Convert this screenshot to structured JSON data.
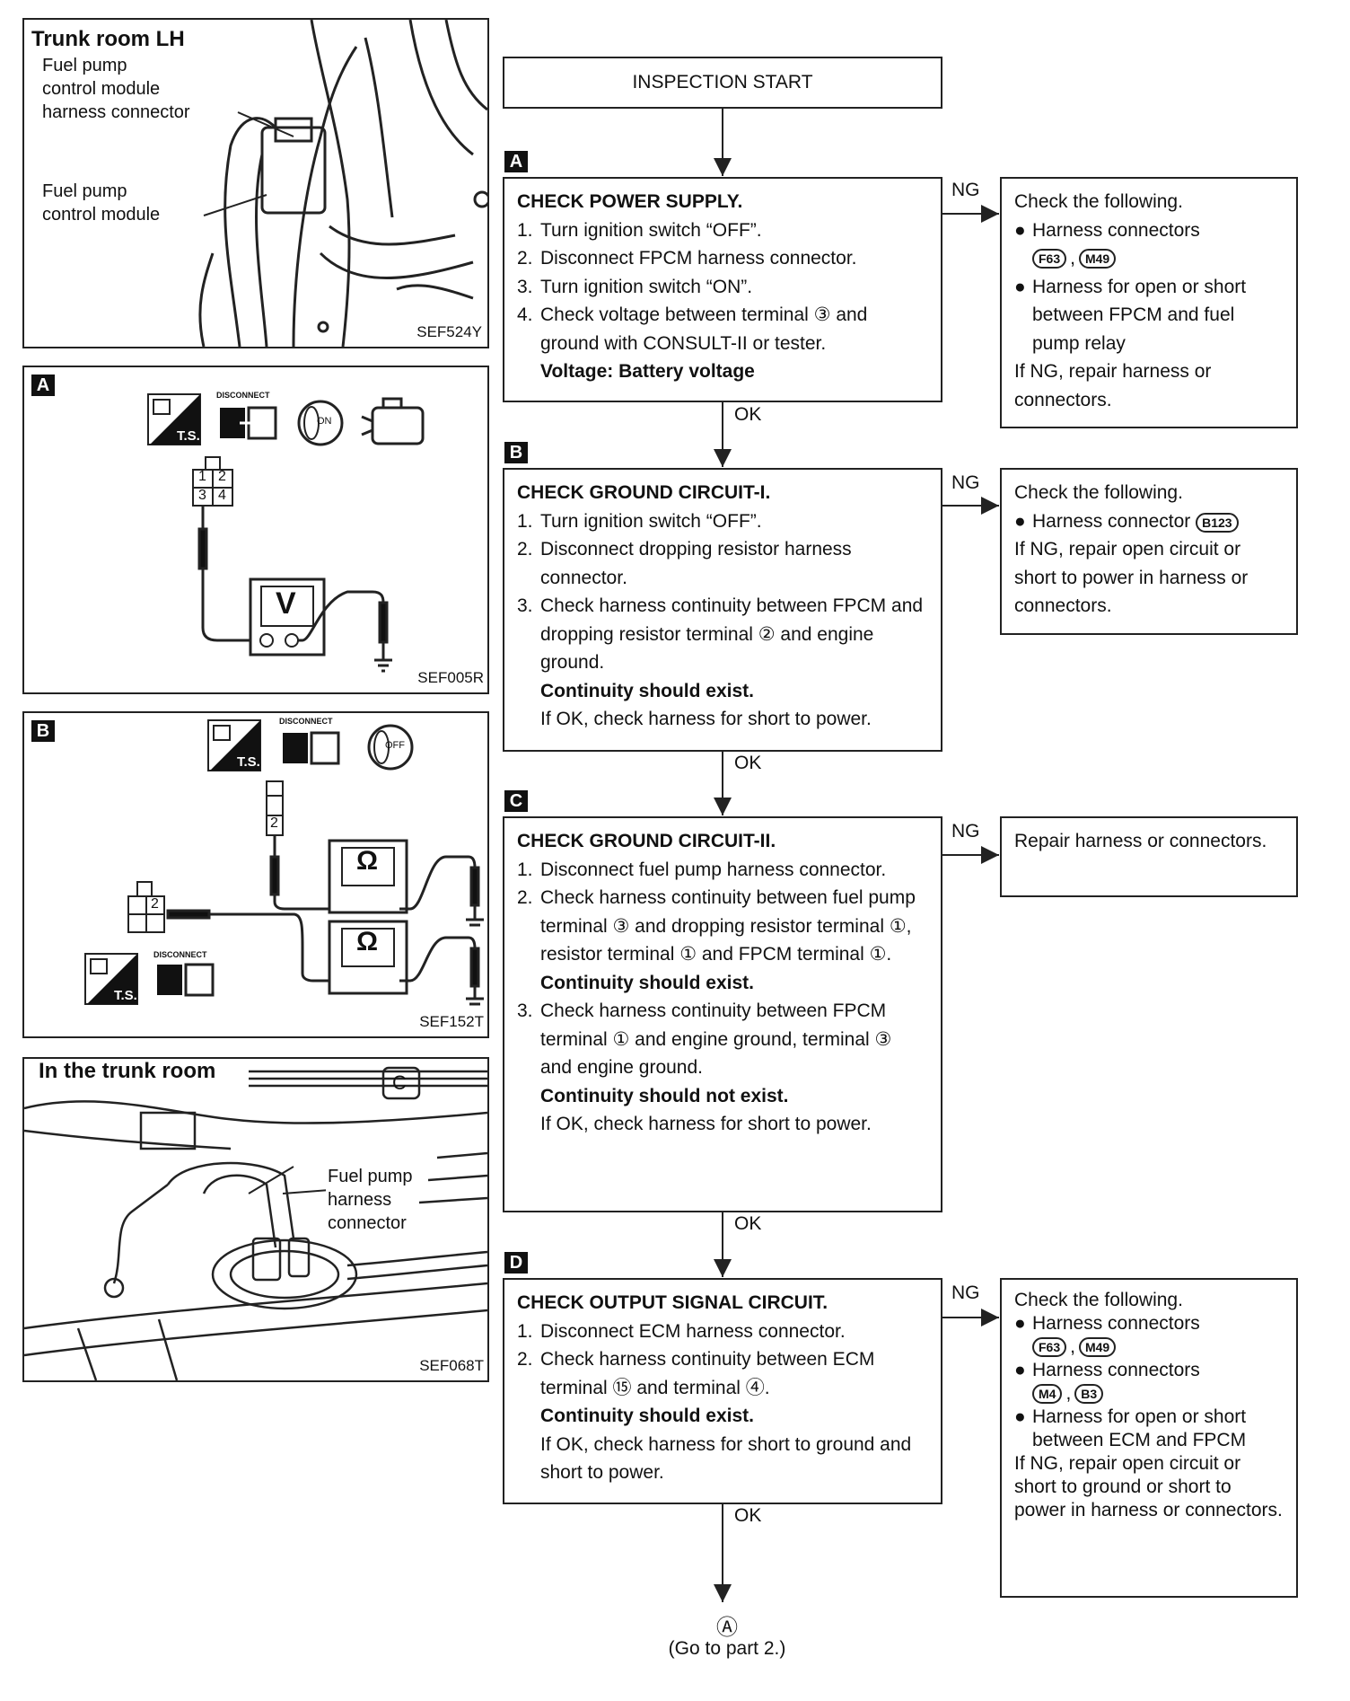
{
  "figures": {
    "trunk_lh": {
      "title": "Trunk room LH",
      "callout1": "Fuel pump\ncontrol module\nharness connector",
      "callout2": "Fuel pump\ncontrol module",
      "code": "SEF524Y"
    },
    "fig_a": {
      "tag": "A",
      "disconnect": "DISCONNECT",
      "ts": "T.S.",
      "key_label": "ON",
      "terminals": [
        "1",
        "2",
        "3",
        "4"
      ],
      "meter": "V",
      "code": "SEF005R"
    },
    "fig_b": {
      "tag": "B",
      "disconnect": "DISCONNECT",
      "ts": "T.S.",
      "key_label": "OFF",
      "terminal_top": "2",
      "terminal_left": "2",
      "meter": "Ω",
      "code": "SEF152T"
    },
    "trunk_room": {
      "title": "In the trunk room",
      "callout": "Fuel pump\nharness\nconnector",
      "c_label": "C",
      "code": "SEF068T"
    }
  },
  "flow": {
    "start": "INSPECTION START",
    "ok": "OK",
    "ng": "NG",
    "steps": [
      {
        "tag": "A",
        "heading": "CHECK POWER SUPPLY.",
        "items": [
          {
            "n": "1.",
            "text": "Turn ignition switch “OFF”."
          },
          {
            "n": "2.",
            "text": "Disconnect FPCM harness connector."
          },
          {
            "n": "3.",
            "text": "Turn ignition switch “ON”."
          },
          {
            "n": "4.",
            "text": "Check voltage between terminal ③ and ground with CONSULT-II or tester."
          }
        ],
        "notes": [
          {
            "text": "Voltage: Battery voltage",
            "bold": true
          }
        ]
      },
      {
        "tag": "B",
        "heading": "CHECK GROUND CIRCUIT-I.",
        "items": [
          {
            "n": "1.",
            "text": "Turn ignition switch “OFF”."
          },
          {
            "n": "2.",
            "text": "Disconnect dropping resistor harness connector."
          },
          {
            "n": "3.",
            "text": "Check harness continuity between FPCM and dropping resistor terminal ② and engine ground."
          }
        ],
        "notes": [
          {
            "text": "Continuity should exist.",
            "bold": true
          },
          {
            "text": "If OK, check harness for short to power.",
            "bold": false
          }
        ]
      },
      {
        "tag": "C",
        "heading": "CHECK GROUND CIRCUIT-II.",
        "items": [
          {
            "n": "1.",
            "text": "Disconnect fuel pump harness connector."
          },
          {
            "n": "2.",
            "text": "Check harness continuity between fuel pump terminal ③ and dropping resistor terminal ①, resistor terminal ① and FPCM terminal ①."
          }
        ],
        "notes1": [
          {
            "text": "Continuity should exist.",
            "bold": true
          }
        ],
        "items2": [
          {
            "n": "3.",
            "text": "Check harness continuity between FPCM terminal ① and engine ground, terminal ③ and engine ground."
          }
        ],
        "notes": [
          {
            "text": "Continuity should not exist.",
            "bold": true
          },
          {
            "text": "If OK, check harness for short to power.",
            "bold": false
          }
        ]
      },
      {
        "tag": "D",
        "heading": "CHECK OUTPUT SIGNAL CIRCUIT.",
        "items": [
          {
            "n": "1.",
            "text": "Disconnect ECM harness connector."
          },
          {
            "n": "2.",
            "text": "Check harness continuity between ECM terminal ⑮ and terminal ④."
          }
        ],
        "notes": [
          {
            "text": "Continuity should exist.",
            "bold": true
          },
          {
            "text": "If OK, check harness for short to ground and short to power.",
            "bold": false
          }
        ]
      }
    ],
    "ng_results": {
      "a": {
        "intro": "Check the following.",
        "b1": "Harness connectors",
        "b1_conns": [
          "F63",
          "M49"
        ],
        "b2": "Harness for open or short between FPCM and fuel pump relay",
        "tail": "If NG, repair harness or connectors."
      },
      "b": {
        "intro": "Check the following.",
        "b1": "Harness connector",
        "b1_conn": "B123",
        "tail": "If NG, repair open circuit or short to power in harness or connectors."
      },
      "c": {
        "text": "Repair harness or connectors."
      },
      "d": {
        "intro": "Check the following.",
        "b1": "Harness connectors",
        "b1_conns": [
          "F63",
          "M49"
        ],
        "b2": "Harness connectors",
        "b2_conns": [
          "M4",
          "B3"
        ],
        "b3": "Harness for open or short between ECM and FPCM",
        "tail": "If NG, repair open circuit or short to ground or short to power in harness or connectors."
      }
    },
    "end_symbol": "Ⓐ",
    "end_text": "(Go to part 2.)"
  }
}
